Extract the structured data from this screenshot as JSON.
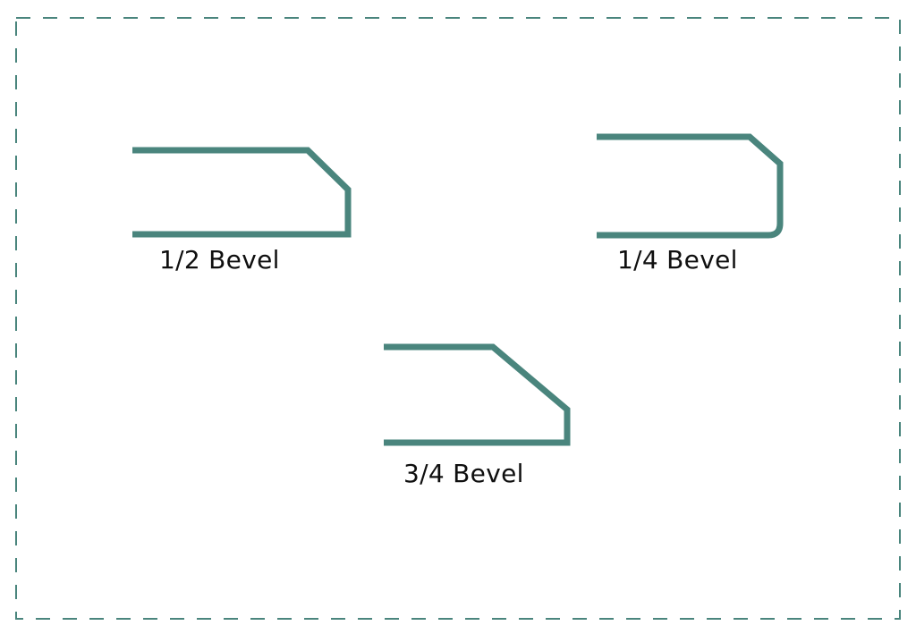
{
  "colors": {
    "stroke": "#4a857d",
    "border": "#4a857d",
    "label_text": "#0f0f0f",
    "background": "#ffffff"
  },
  "profiles": [
    {
      "id": "half",
      "label": "1/2 Bevel",
      "edge": "bevel"
    },
    {
      "id": "quarter",
      "label": "1/4 Bevel",
      "edge": "bevel-rounded-corner"
    },
    {
      "id": "three_quarter",
      "label": "3/4 Bevel",
      "edge": "bevel"
    }
  ]
}
